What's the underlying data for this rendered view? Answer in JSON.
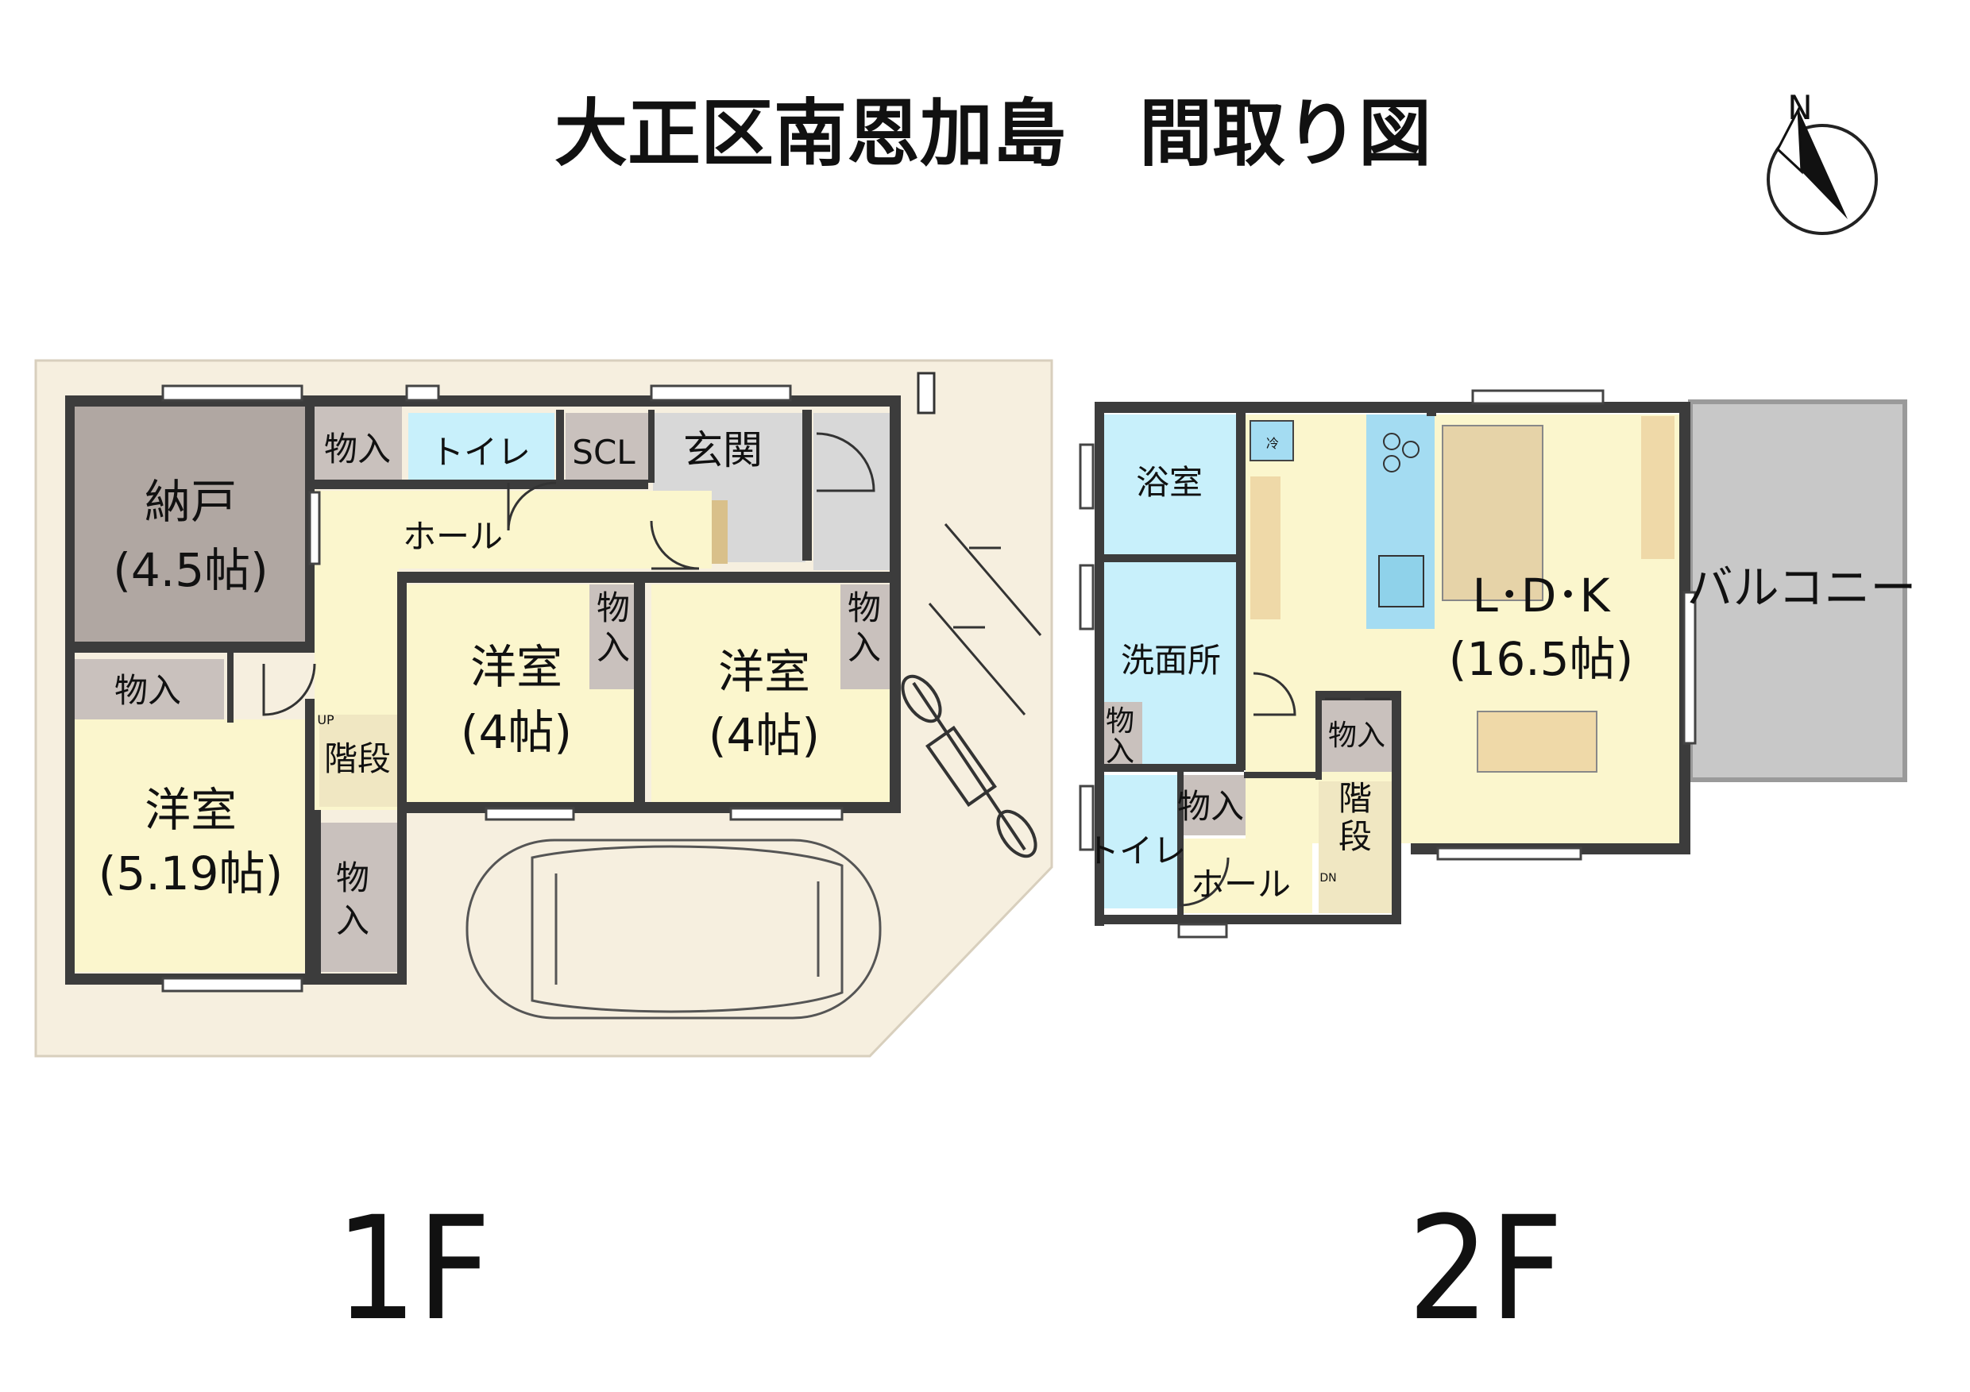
{
  "title": "大正区南恩加島　間取り図",
  "compass": {
    "label": "N",
    "icon": "north-arrow-icon"
  },
  "floor1": {
    "label": "1F",
    "rooms": {
      "storage_room": {
        "name": "納戸",
        "size": "(4.5帖)"
      },
      "closet_top": "物入",
      "toilet": "トイレ",
      "scl": "SCL",
      "entrance": "玄関",
      "hall": "ホール",
      "western_mid": {
        "name": "洋室",
        "size": "(4帖)"
      },
      "closet_mid": "物入",
      "western_right": {
        "name": "洋室",
        "size": "(4帖)"
      },
      "closet_right": "物入",
      "closet_left": "物入",
      "stairs": "階段",
      "stairs_up": "UP",
      "western_left": {
        "name": "洋室",
        "size": "(5.19帖)"
      },
      "closet_bottom": "物入"
    }
  },
  "floor2": {
    "label": "2F",
    "rooms": {
      "bath": "浴室",
      "washroom": "洗面所",
      "closet_a": "物入",
      "toilet": "トイレ",
      "closet_b": "物入",
      "hall": "ホール",
      "stairs": "階段",
      "closet_c": "物入",
      "ldk": {
        "name": "L･D･K",
        "size": "(16.5帖)"
      },
      "balcony": "バルコニー",
      "fridge_mark": "冷",
      "stairs_dn": "DN"
    }
  },
  "colors": {
    "wall": "#3c3c3c",
    "lot": "#f6efdf",
    "room_yellow": "#fbf6cd",
    "storage_gray": "#b0a7a2",
    "closet_gray": "#c9c1bd",
    "wet_blue": "#c8f0fb",
    "entrance_gray": "#d8d8d8",
    "balcony_gray": "#c8c8c8",
    "wood": "#efd9a8"
  }
}
